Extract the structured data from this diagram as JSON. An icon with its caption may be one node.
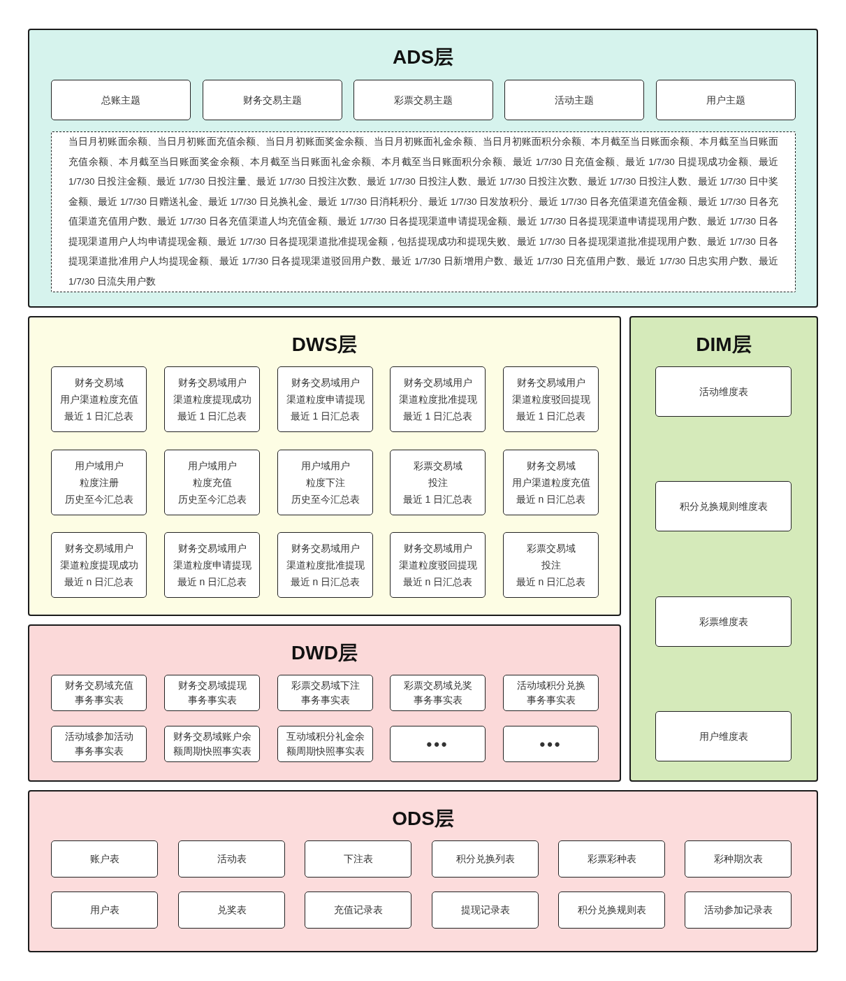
{
  "diagram": {
    "nodes": [
      {
        "text": [
          "ADS层"
        ]
      },
      {
        "text": [
          "总账主题"
        ],
        "in": 0
      },
      {
        "text": [
          "财务交易主题"
        ],
        "in": 0
      },
      {
        "text": [
          "彩票交易主题"
        ],
        "in": 0
      },
      {
        "text": [
          "活动主题"
        ],
        "in": 0
      },
      {
        "text": [
          "用户主题"
        ],
        "in": 0
      },
      {
        "text": [
          "当日月初账面余额、当日月初账面充值余额、当日月初账面奖金余额、当日月初账面礼金余额、当日月初账面积分余额、本月截至当日账面余额、本月截至当日账面充值余额、本月截至当日账面奖金余额、本月截至当日账面礼金余额、本月截至当日账面积分余额、最近 1/7/30 日充值金额、最近 1/7/30 日提现成功金额、最近 1/7/30 日投注金额、最近 1/7/30 日投注量、最近 1/7/30 日投注次数、最近 1/7/30 日投注人数、最近 1/7/30 日投注次数、最近 1/7/30 日投注人数、最近 1/7/30 日中奖金额、最近 1/7/30 日赠送礼金、最近 1/7/30 日兑换礼金、最近 1/7/30 日消耗积分、最近 1/7/30 日发放积分、最近 1/7/30 日各充值渠道充值金额、最近 1/7/30 日各充值渠道充值用户数、最近 1/7/30 日各充值渠道人均充值金额、最近 1/7/30 日各提现渠道申请提现金额、最近 1/7/30 日各提现渠道申请提现用户数、最近 1/7/30 日各提现渠道用户人均申请提现金额、最近 1/7/30 日各提现渠道批准提现金额，包括提现成功和提现失败、最近 1/7/30 日各提现渠道批准提现用户数、最近 1/7/30 日各提现渠道批准用户人均提现金额、最近 1/7/30 日各提现渠道驳回用户数、最近 1/7/30 日新增用户数、最近 1/7/30 日充值用户数、最近 1/7/30 日忠实用户数、最近 1/7/30 日流失用户数"
        ],
        "in": 0
      },
      {
        "text": [
          "DWS层"
        ]
      },
      {
        "text": [
          "财务交易域",
          "用户渠道粒度充值",
          "最近 1 日汇总表"
        ],
        "in": 7
      },
      {
        "text": [
          "财务交易域用户",
          "渠道粒度提现成功",
          "最近 1 日汇总表"
        ],
        "in": 7
      },
      {
        "text": [
          "财务交易域用户",
          "渠道粒度申请提现",
          "最近 1 日汇总表"
        ],
        "in": 7
      },
      {
        "text": [
          "财务交易域用户",
          "渠道粒度批准提现",
          "最近 1 日汇总表"
        ],
        "in": 7
      },
      {
        "text": [
          "财务交易域用户",
          "渠道粒度驳回提现",
          "最近 1 日汇总表"
        ],
        "in": 7
      },
      {
        "text": [
          "用户域用户",
          "粒度注册",
          "历史至今汇总表"
        ],
        "in": 7
      },
      {
        "text": [
          "用户域用户",
          "粒度充值",
          "历史至今汇总表"
        ],
        "in": 7
      },
      {
        "text": [
          "用户域用户",
          "粒度下注",
          "历史至今汇总表"
        ],
        "in": 7
      },
      {
        "text": [
          "彩票交易域",
          "投注",
          "最近 1 日汇总表"
        ],
        "in": 7
      },
      {
        "text": [
          "财务交易域",
          "用户渠道粒度充值",
          "最近 n 日汇总表"
        ],
        "in": 7
      },
      {
        "text": [
          "财务交易域用户",
          "渠道粒度提现成功",
          "最近 n 日汇总表"
        ],
        "in": 7
      },
      {
        "text": [
          "财务交易域用户",
          "渠道粒度申请提现",
          "最近 n 日汇总表"
        ],
        "in": 7
      },
      {
        "text": [
          "财务交易域用户",
          "渠道粒度批准提现",
          "最近 n 日汇总表"
        ],
        "in": 7
      },
      {
        "text": [
          "财务交易域用户",
          "渠道粒度驳回提现",
          "最近 n 日汇总表"
        ],
        "in": 7
      },
      {
        "text": [
          "彩票交易域",
          "投注",
          "最近 n 日汇总表"
        ],
        "in": 7
      },
      {
        "text": [
          "DIM层"
        ]
      },
      {
        "text": [
          "活动维度表"
        ],
        "in": 23
      },
      {
        "text": [
          "积分兑换规则维度表"
        ],
        "in": 23
      },
      {
        "text": [
          "彩票维度表"
        ],
        "in": 23
      },
      {
        "text": [
          "用户维度表"
        ],
        "in": 23
      },
      {
        "text": [
          "DWD层"
        ]
      },
      {
        "text": [
          "财务交易域充值",
          "事务事实表"
        ],
        "in": 28
      },
      {
        "text": [
          "财务交易域提现",
          "事务事实表"
        ],
        "in": 28
      },
      {
        "text": [
          "彩票交易域下注",
          "事务事实表"
        ],
        "in": 28
      },
      {
        "text": [
          "彩票交易域兑奖",
          "事务事实表"
        ],
        "in": 28
      },
      {
        "text": [
          "活动域积分兑换",
          "事务事实表"
        ],
        "in": 28
      },
      {
        "text": [
          "活动域参加活动",
          "事务事实表"
        ],
        "in": 28
      },
      {
        "text": [
          "财务交易域账户余额周期快照事实表"
        ],
        "in": 28
      },
      {
        "text": [
          "互动域积分礼金余额周期快照事实表"
        ],
        "in": 28
      },
      {
        "text": [
          "•••"
        ],
        "in": 28
      },
      {
        "text": [
          "•••"
        ],
        "in": 28
      },
      {
        "text": [
          "ODS层"
        ]
      },
      {
        "text": [
          "账户表"
        ],
        "in": 39
      },
      {
        "text": [
          "活动表"
        ],
        "in": 39
      },
      {
        "text": [
          "下注表"
        ],
        "in": 39
      },
      {
        "text": [
          "积分兑换列表"
        ],
        "in": 39
      },
      {
        "text": [
          "彩票彩种表"
        ],
        "in": 39
      },
      {
        "text": [
          "彩种期次表"
        ],
        "in": 39
      },
      {
        "text": [
          "用户表"
        ],
        "in": 39
      },
      {
        "text": [
          "兑奖表"
        ],
        "in": 39
      },
      {
        "text": [
          "充值记录表"
        ],
        "in": 39
      },
      {
        "text": [
          "提现记录表"
        ],
        "in": 39
      },
      {
        "text": [
          "积分兑换规则表"
        ],
        "in": 39
      },
      {
        "text": [
          "活动参加记录表"
        ],
        "in": 39
      }
    ]
  }
}
